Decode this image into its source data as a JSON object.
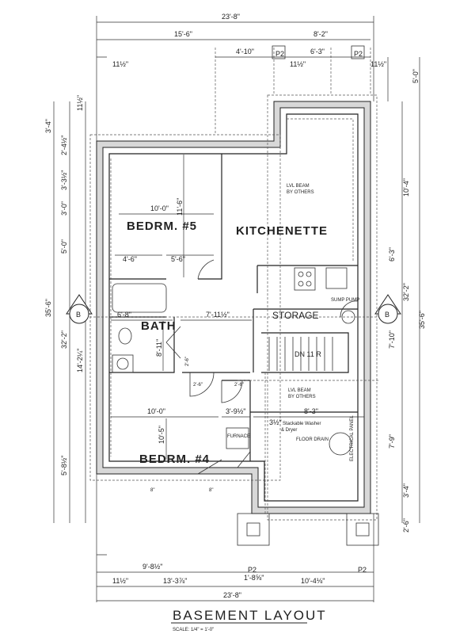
{
  "title": "BASEMENT LAYOUT",
  "scale": "SCALE: 1/4\" = 1'-0\"",
  "rooms": {
    "bedrm5": "BEDRM. #5",
    "kitchenette": "KITCHENETTE",
    "bath": "BATH",
    "storage": "STORAGE",
    "bedrm4": "BEDRM. #4"
  },
  "labels": {
    "lvl1": "LVL BEAM",
    "lvl1b": "BY OTHERS",
    "lvl2": "LVL BEAM",
    "lvl2b": "BY OTHERS",
    "sump": "SUMP PUMP",
    "stair": "DN 11 R",
    "furnace": "FURNACE",
    "washer": "Stackable Washer",
    "dryer": "& Dryer",
    "drain": "FLOOR DRAIN",
    "panel": "ELECTRICAL PANEL",
    "p2a": "P2",
    "p2b": "P2",
    "p2c": "P2",
    "p2d": "P2",
    "secL": "B",
    "secR": "B"
  },
  "dims_top": {
    "overall": "23'-8\"",
    "left": "15'-6\"",
    "right": "8'-2\"",
    "notch": "4'-10\"",
    "mid": "6'-3\"",
    "a": "11½\"",
    "b": "11½\"",
    "c": "11½\"",
    "r": "5'-0\""
  },
  "dims_left": {
    "a": "11½\"",
    "b": "3'-4\"",
    "c": "2'-4½\"",
    "d": "3'-3½\"",
    "e": "3'-0\"",
    "f": "5'-0\"",
    "g": "35'-6\"",
    "h": "32'-2\"",
    "i": "14'-2¼\"",
    "j": "5'-8½\""
  },
  "dims_right": {
    "a": "10'-4\"",
    "b": "6'-3\"",
    "c": "32'-2\"",
    "d": "35'-6\"",
    "e": "7'-10\"",
    "f": "7'-9\"",
    "g": "3'-4\"",
    "h": "2'-6\""
  },
  "dims_inner": {
    "b5w": "10'-0\"",
    "b5h": "11'-6\"",
    "c1": "4'-6\"",
    "c2": "5'-6\"",
    "bath": "6'-8\"",
    "hall": "7'-11½\"",
    "bathh": "8'-11\"",
    "d1": "2'-6\"",
    "d2": "2'-6\"",
    "d3": "2'-6\"",
    "b4w": "10'-0\"",
    "b4x": "3'-9½\"",
    "util": "8'-3\"",
    "wall": "3½\"",
    "b4h": "10'-5\"",
    "s1": "8\"",
    "s2": "8\""
  },
  "dims_bottom": {
    "a": "9'-8½\"",
    "b": "11½\"",
    "c": "13'-3⅞\"",
    "d": "1'-8⅝\"",
    "e": "10'-4⅛\"",
    "overall": "23'-8\""
  }
}
